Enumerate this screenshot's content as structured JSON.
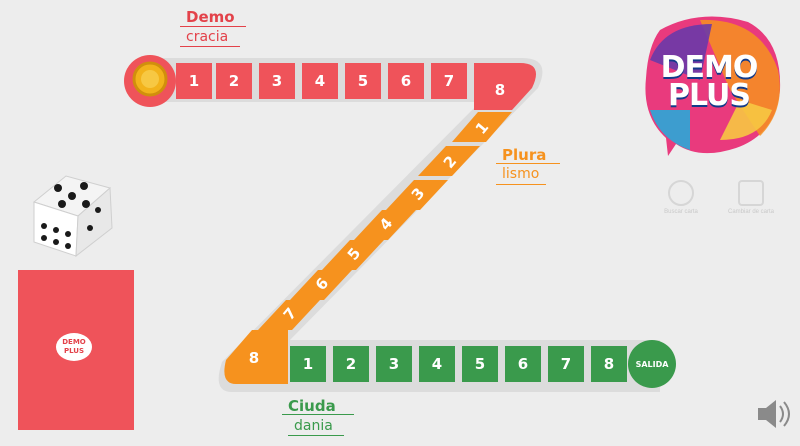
{
  "labels": {
    "top": {
      "title": "Demo",
      "sub": "cracia"
    },
    "middle": {
      "title": "Plura",
      "sub": "lismo"
    },
    "bottom": {
      "title": "Ciuda",
      "sub": "dania"
    }
  },
  "track": {
    "top_cells": [
      "1",
      "2",
      "3",
      "4",
      "5",
      "6",
      "7",
      "8"
    ],
    "diagonal_cells": [
      "1",
      "2",
      "3",
      "4",
      "5",
      "6",
      "7",
      "8"
    ],
    "bottom_cells": [
      "1",
      "2",
      "3",
      "4",
      "5",
      "6",
      "7",
      "8"
    ],
    "exit_label": "SALIDA"
  },
  "brand": {
    "line1": "DEMO",
    "line2": "PLUS"
  },
  "card_logo": {
    "line1": "DEMO",
    "line2": "PLUS"
  },
  "tools": {
    "search_label": "Buscar carta",
    "swap_label": "Cambiar de carta"
  },
  "dice": {
    "value": 5
  },
  "colors": {
    "red": "#ef535a",
    "orange": "#f6921e",
    "green": "#3a9a4c",
    "track_bg": "#d8d8d8"
  },
  "icons": [
    "coin-icon",
    "dice-icon",
    "search-card-icon",
    "swap-cards-icon",
    "speaker-icon"
  ]
}
